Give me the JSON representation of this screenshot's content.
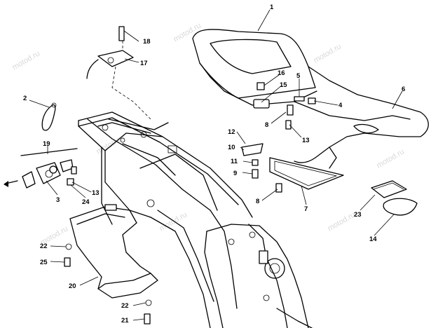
{
  "watermark": "motod.ru",
  "callouts": [
    "1",
    "2",
    "3",
    "4",
    "5",
    "6",
    "7",
    "8",
    "8",
    "9",
    "10",
    "11",
    "12",
    "13",
    "13",
    "14",
    "15",
    "16",
    "17",
    "18",
    "19",
    "20",
    "21",
    "22",
    "22",
    "23",
    "24",
    "25"
  ]
}
